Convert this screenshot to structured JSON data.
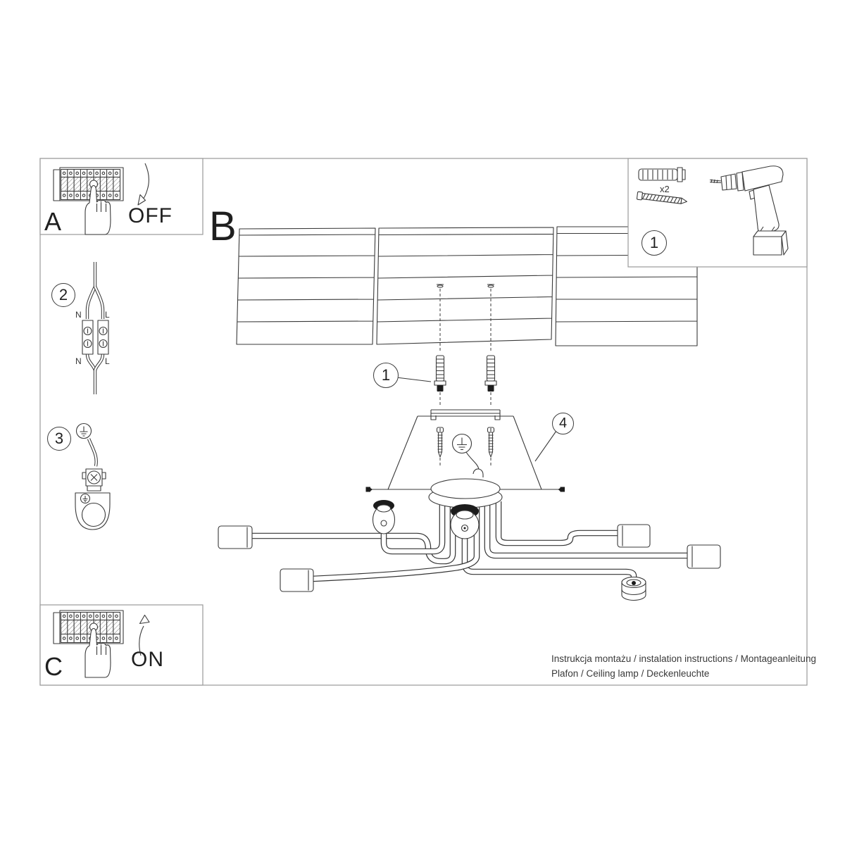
{
  "panel_a": {
    "label": "A",
    "state": "OFF"
  },
  "panel_c": {
    "label": "C",
    "state": "ON"
  },
  "section_b": {
    "label": "B"
  },
  "step_circles": {
    "wall_plugs": "1",
    "wiring": "2",
    "grounding": "3",
    "canopy_cover": "4",
    "tools": "1"
  },
  "wiring_labels": {
    "top_n": "N",
    "top_l": "L",
    "bottom_n": "N",
    "bottom_l": "L"
  },
  "tools": {
    "quantity": "x2"
  },
  "footer": {
    "line1": "Instrukcja montażu / instalation instructions / Montageanleitung",
    "line2": "Plafon / Ceiling lamp / Deckenleuchte"
  }
}
